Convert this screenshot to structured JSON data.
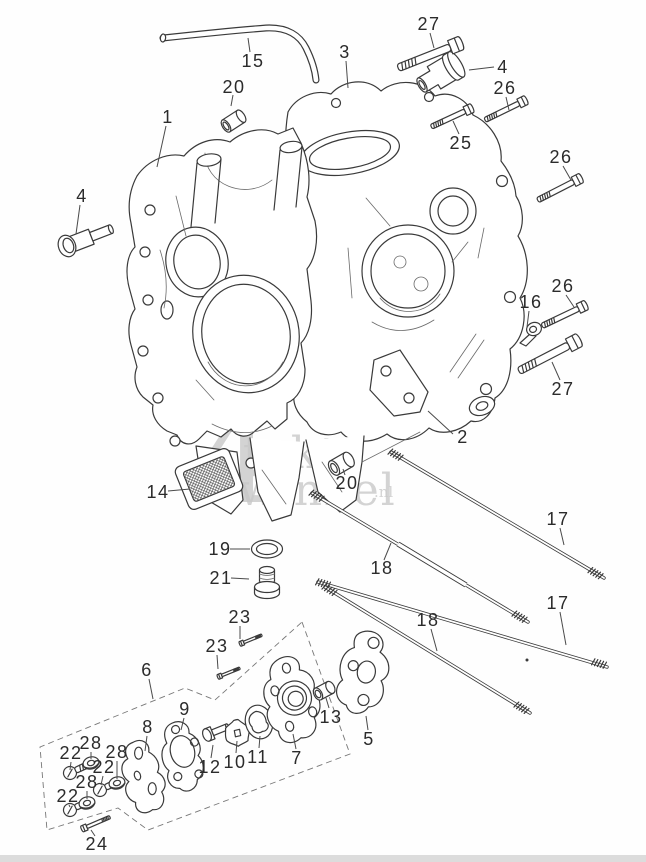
{
  "canvas": {
    "background": "#fefefe",
    "line_color": "#3a3a3a",
    "bottom_bar_color": "#dcdcdc"
  },
  "watermark": {
    "big": "4",
    "word1": "takt",
    "word2": "winkel",
    "suffix": ".nl",
    "color": "#c9c9c9"
  },
  "callouts": [
    {
      "part": "15"
    },
    {
      "part": "20"
    },
    {
      "part": "1"
    },
    {
      "part": "4"
    },
    {
      "part": "27"
    },
    {
      "part": "3"
    },
    {
      "part": "4"
    },
    {
      "part": "26"
    },
    {
      "part": "25"
    },
    {
      "part": "26"
    },
    {
      "part": "26"
    },
    {
      "part": "16"
    },
    {
      "part": "27"
    },
    {
      "part": "2"
    },
    {
      "part": "20"
    },
    {
      "part": "14"
    },
    {
      "part": "19"
    },
    {
      "part": "21"
    },
    {
      "part": "17"
    },
    {
      "part": "18"
    },
    {
      "part": "17"
    },
    {
      "part": "18"
    },
    {
      "part": "23"
    },
    {
      "part": "23"
    },
    {
      "part": "6"
    },
    {
      "part": "9"
    },
    {
      "part": "8"
    },
    {
      "part": "12"
    },
    {
      "part": "10"
    },
    {
      "part": "11"
    },
    {
      "part": "7"
    },
    {
      "part": "13"
    },
    {
      "part": "5"
    },
    {
      "part": "22"
    },
    {
      "part": "28"
    },
    {
      "part": "28"
    },
    {
      "part": "22"
    },
    {
      "part": "28"
    },
    {
      "part": "22"
    },
    {
      "part": "24"
    }
  ]
}
